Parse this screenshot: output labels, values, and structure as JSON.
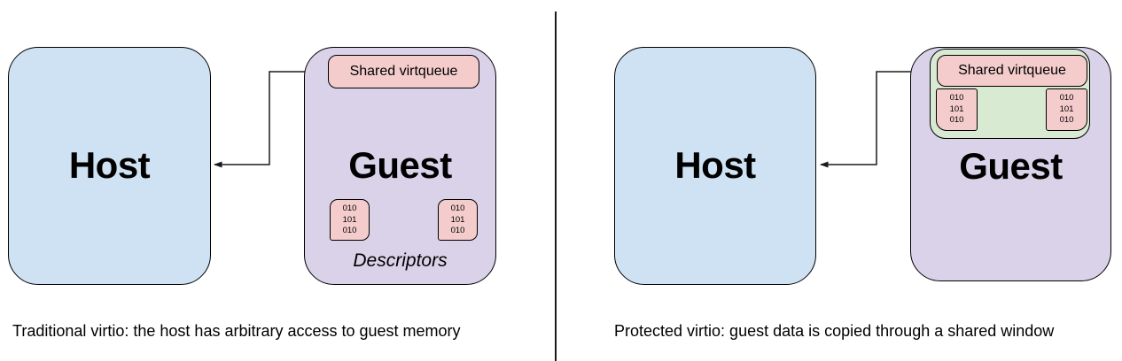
{
  "colors": {
    "background": "#ffffff",
    "host_fill": "#cfe2f3",
    "guest_fill": "#d9d2e9",
    "virtqueue_fill": "#f4cccc",
    "window_fill": "#d9ead3",
    "border": "#000000"
  },
  "left_panel": {
    "host_label": "Host",
    "guest_label": "Guest",
    "virtqueue_label": "Shared virtqueue",
    "descriptor_left": "010\n101\n010",
    "descriptor_right": "010\n101\n010",
    "descriptors_label": "Descriptors",
    "caption": "Traditional virtio: the host has arbitrary access to guest memory"
  },
  "right_panel": {
    "host_label": "Host",
    "guest_label": "Guest",
    "virtqueue_label": "Shared virtqueue",
    "descriptor_left": "010\n101\n010",
    "descriptor_right": "010\n101\n010",
    "caption": "Protected virtio: guest data is copied through a shared window"
  }
}
